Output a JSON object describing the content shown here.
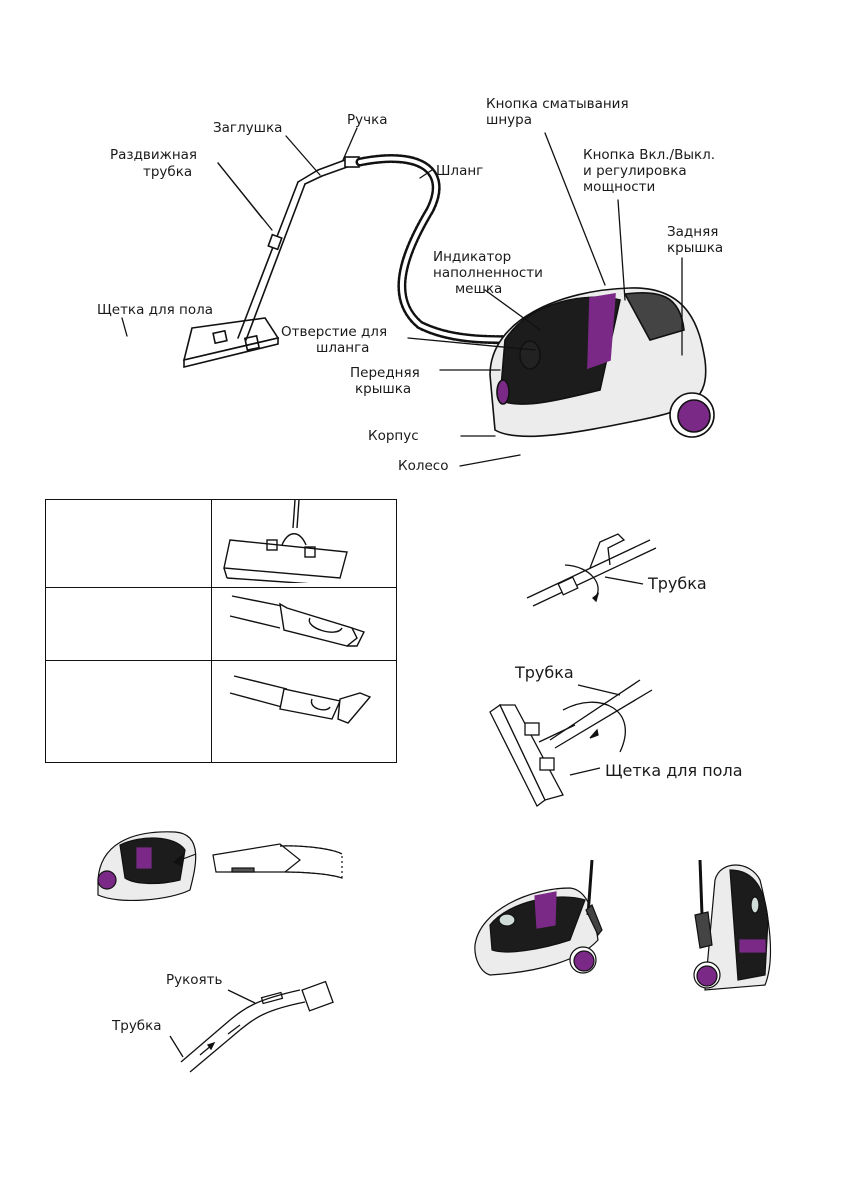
{
  "main_diagram": {
    "title": "Vacuum cleaner parts",
    "labels": {
      "plug": "Заглушка",
      "handle": "Ручка",
      "telescopic_tube_1": "Раздвижная",
      "telescopic_tube_2": "трубка",
      "hose": "Шланг",
      "cord_rewind_1": "Кнопка сматывания",
      "cord_rewind_2": "шнура",
      "power_button_1": "Кнопка Вкл./Выкл.",
      "power_button_2": "и регулировка",
      "power_button_3": "мощности",
      "rear_cover_1": "Задняя",
      "rear_cover_2": "крышка",
      "bag_indicator_1": "Индикатор",
      "bag_indicator_2": "наполненности",
      "bag_indicator_3": "мешка",
      "floor_brush": "Щетка для пола",
      "hose_inlet_1": "Отверстие для",
      "hose_inlet_2": "шланга",
      "front_cover_1": "Передняя",
      "front_cover_2": "крышка",
      "body": "Корпус",
      "wheel": "Колесо"
    }
  },
  "accessories_table": {
    "rows": [
      {
        "name": "",
        "image": "floor-brush"
      },
      {
        "name": "",
        "image": "crevice-nozzle"
      },
      {
        "name": "",
        "image": "upholstery-nozzle"
      }
    ]
  },
  "fig_tube_connect": {
    "label": "Трубка"
  },
  "fig_brush_connect": {
    "tube_label": "Трубка",
    "brush_label": "Щетка для пола"
  },
  "fig_hose_insert": {},
  "fig_handle_tube": {
    "handle_label": "Рукоять",
    "tube_label": "Трубка"
  },
  "fig_storage": {},
  "colors": {
    "accent_purple": "#7a2a86",
    "body_dark": "#1c1c1c",
    "body_light": "#ededed"
  }
}
